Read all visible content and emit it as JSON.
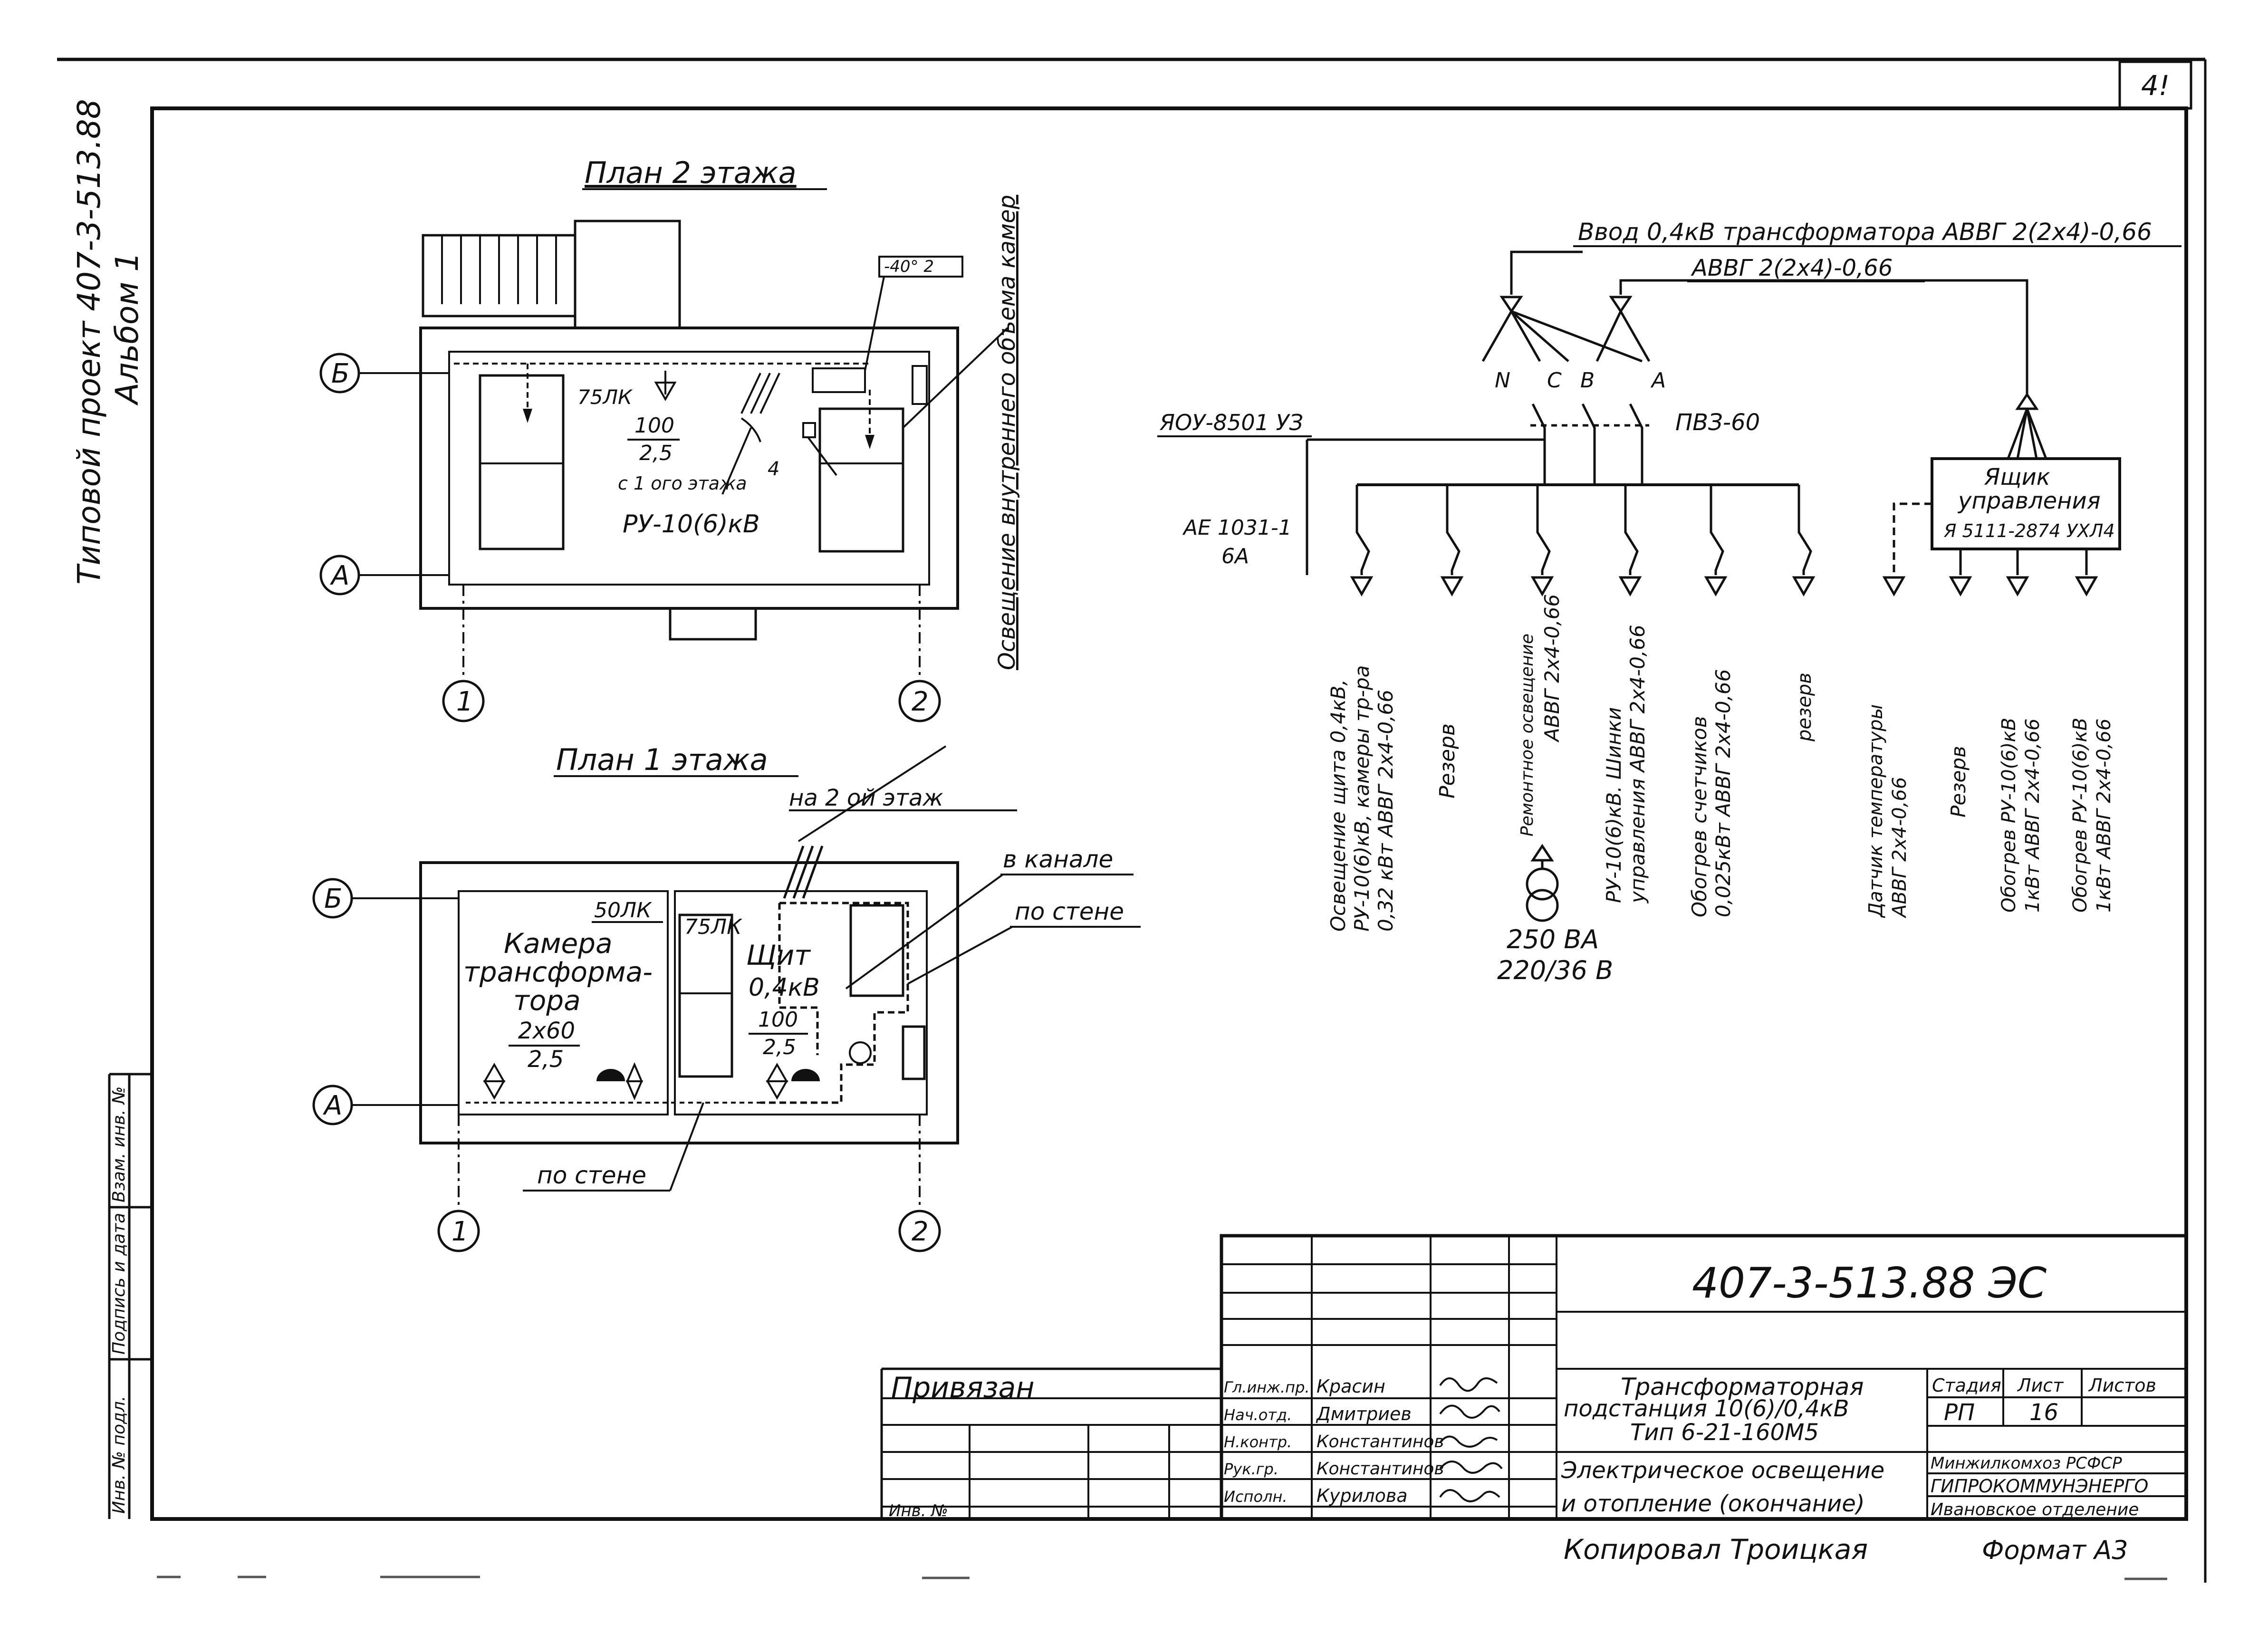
{
  "sheet_number": "4!",
  "side_caption": {
    "project": "Типовой проект 407-3-513.88",
    "album": "Альбом 1"
  },
  "plan2": {
    "title": "План 2 этажа",
    "axis_b": "Б",
    "axis_a": "А",
    "axis_1": "1",
    "axis_2": "2",
    "lamp": "75ЛК",
    "fraction_top": "100",
    "fraction_bottom": "2,5",
    "from_floor": "с 1 ого этажа",
    "tag_box": "-40° 2",
    "number_4": "4",
    "room_label": "РУ-10(6)кВ",
    "vertical_note": "Освещение внутреннего объема камер"
  },
  "plan1": {
    "title": "План 1 этажа",
    "axis_b": "Б",
    "axis_a": "А",
    "axis_1": "1",
    "axis_2": "2",
    "to_second": "на 2 ой этаж",
    "in_channel": "в канале",
    "on_wall_right": "по стене",
    "on_wall_bottom": "по стене",
    "lamp_left": "50ЛК",
    "lamp_right": "75ЛК",
    "chamber_lines": [
      "Камера",
      "трансформа-",
      "тора"
    ],
    "chamber_frac_top": "2х60",
    "chamber_frac_bottom": "2,5",
    "shield_lines": [
      "Щит",
      "0,4кВ"
    ],
    "shield_frac_top": "100",
    "shield_frac_bottom": "2,5"
  },
  "schematic": {
    "input_title": "Ввод 0,4кВ трансформатора АВВГ 2(2х4)-0,66",
    "cable_under": "АВВГ 2(2х4)-0,66",
    "phases": [
      "N",
      "C",
      "В",
      "А"
    ],
    "box_model": "ЯОУ-8501 УЗ",
    "switch_model": "ПВЗ-60",
    "breaker_model": [
      "АЕ 1031-1",
      "6А"
    ],
    "control_box": [
      "Ящик",
      "управления",
      "Я 5111-2874 УХЛ4"
    ],
    "transformer_label": [
      "250 ВА",
      "220/36 В"
    ],
    "feeders": [
      [
        "Освещение щита 0,4кВ,",
        "РУ-10(6)кВ, камеры тр-ра",
        "0,32 кВт АВВГ 2х4-0,66"
      ],
      [
        "Резерв"
      ],
      [
        "Ремонтное освещение",
        "АВВГ 2х4-0,66"
      ],
      [
        "РУ-10(6)кВ. Шинки",
        "управления АВВГ 2х4-0,66"
      ],
      [
        "Обогрев счетчиков",
        "0,025кВт АВВГ 2х4-0,66"
      ],
      [
        "резерв"
      ],
      [
        "Датчик температуры",
        "АВВГ 2х4-0,66"
      ],
      [
        "Резерв"
      ],
      [
        "Обогрев РУ-10(6)кВ",
        "1кВт АВВГ 2х4-0,66"
      ],
      [
        "Обогрев РУ-10(6)кВ",
        "1кВт АВВГ 2х4-0,66"
      ]
    ]
  },
  "left_stamp": [
    "Инв. № подл.",
    "Подпись и дата",
    "Взам. инв. №"
  ],
  "title_block": {
    "code": "407-3-513.88 ЭС",
    "privyazan": "Привязан",
    "inv_no": "Инв. №",
    "people": [
      {
        "role": "Гл.инж.пр.",
        "name": "Красин"
      },
      {
        "role": "Нач.отд.",
        "name": "Дмитриев"
      },
      {
        "role": "Н.контр.",
        "name": "Константинов"
      },
      {
        "role": "Рук.гр.",
        "name": "Константинов"
      },
      {
        "role": "Исполн.",
        "name": "Курилова"
      }
    ],
    "title_line1": "Трансформаторная",
    "title_line2": "подстанция 10(6)/0,4кВ",
    "title_line3": "Тип 6-21-160М5",
    "sheet_title_line1": "Электрическое освещение",
    "sheet_title_line2": "и отопление (окончание)",
    "stage_header": "Стадия",
    "sheet_header": "Лист",
    "sheets_header": "Листов",
    "stage": "РП",
    "sheet": "16",
    "org_line1": "Минжилкомхоз РСФСР",
    "org_line2": "ГИПРОКОММУНЭНЕРГО",
    "org_line3": "Ивановское отделение"
  },
  "copied_by": "Копировал Троицкая",
  "format": "Формат А3"
}
